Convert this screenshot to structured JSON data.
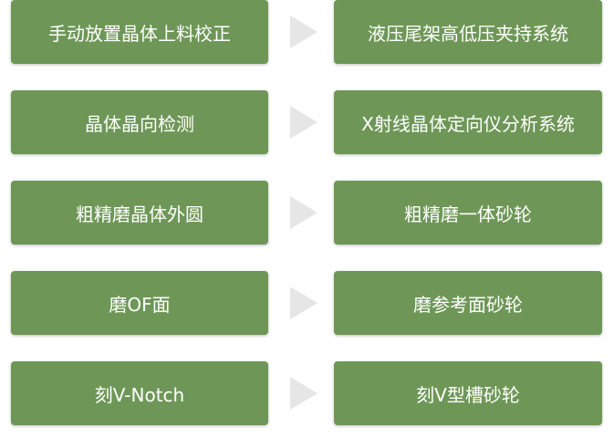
{
  "colors": {
    "box_fill": "#6e9757",
    "box_text": "#ffffff",
    "arrow": "#e6e6e6"
  },
  "rows": [
    {
      "step": "手动放置晶体上料校正",
      "equipment": "液压尾架高低压夹持系统"
    },
    {
      "step": "晶体晶向检测",
      "equipment": "X射线晶体定向仪分析系统"
    },
    {
      "step": "粗精磨晶体外圆",
      "equipment": "粗精磨一体砂轮"
    },
    {
      "step": "磨OF面",
      "equipment": "磨参考面砂轮"
    },
    {
      "step": "刻V-Notch",
      "equipment": "刻V型槽砂轮"
    }
  ]
}
